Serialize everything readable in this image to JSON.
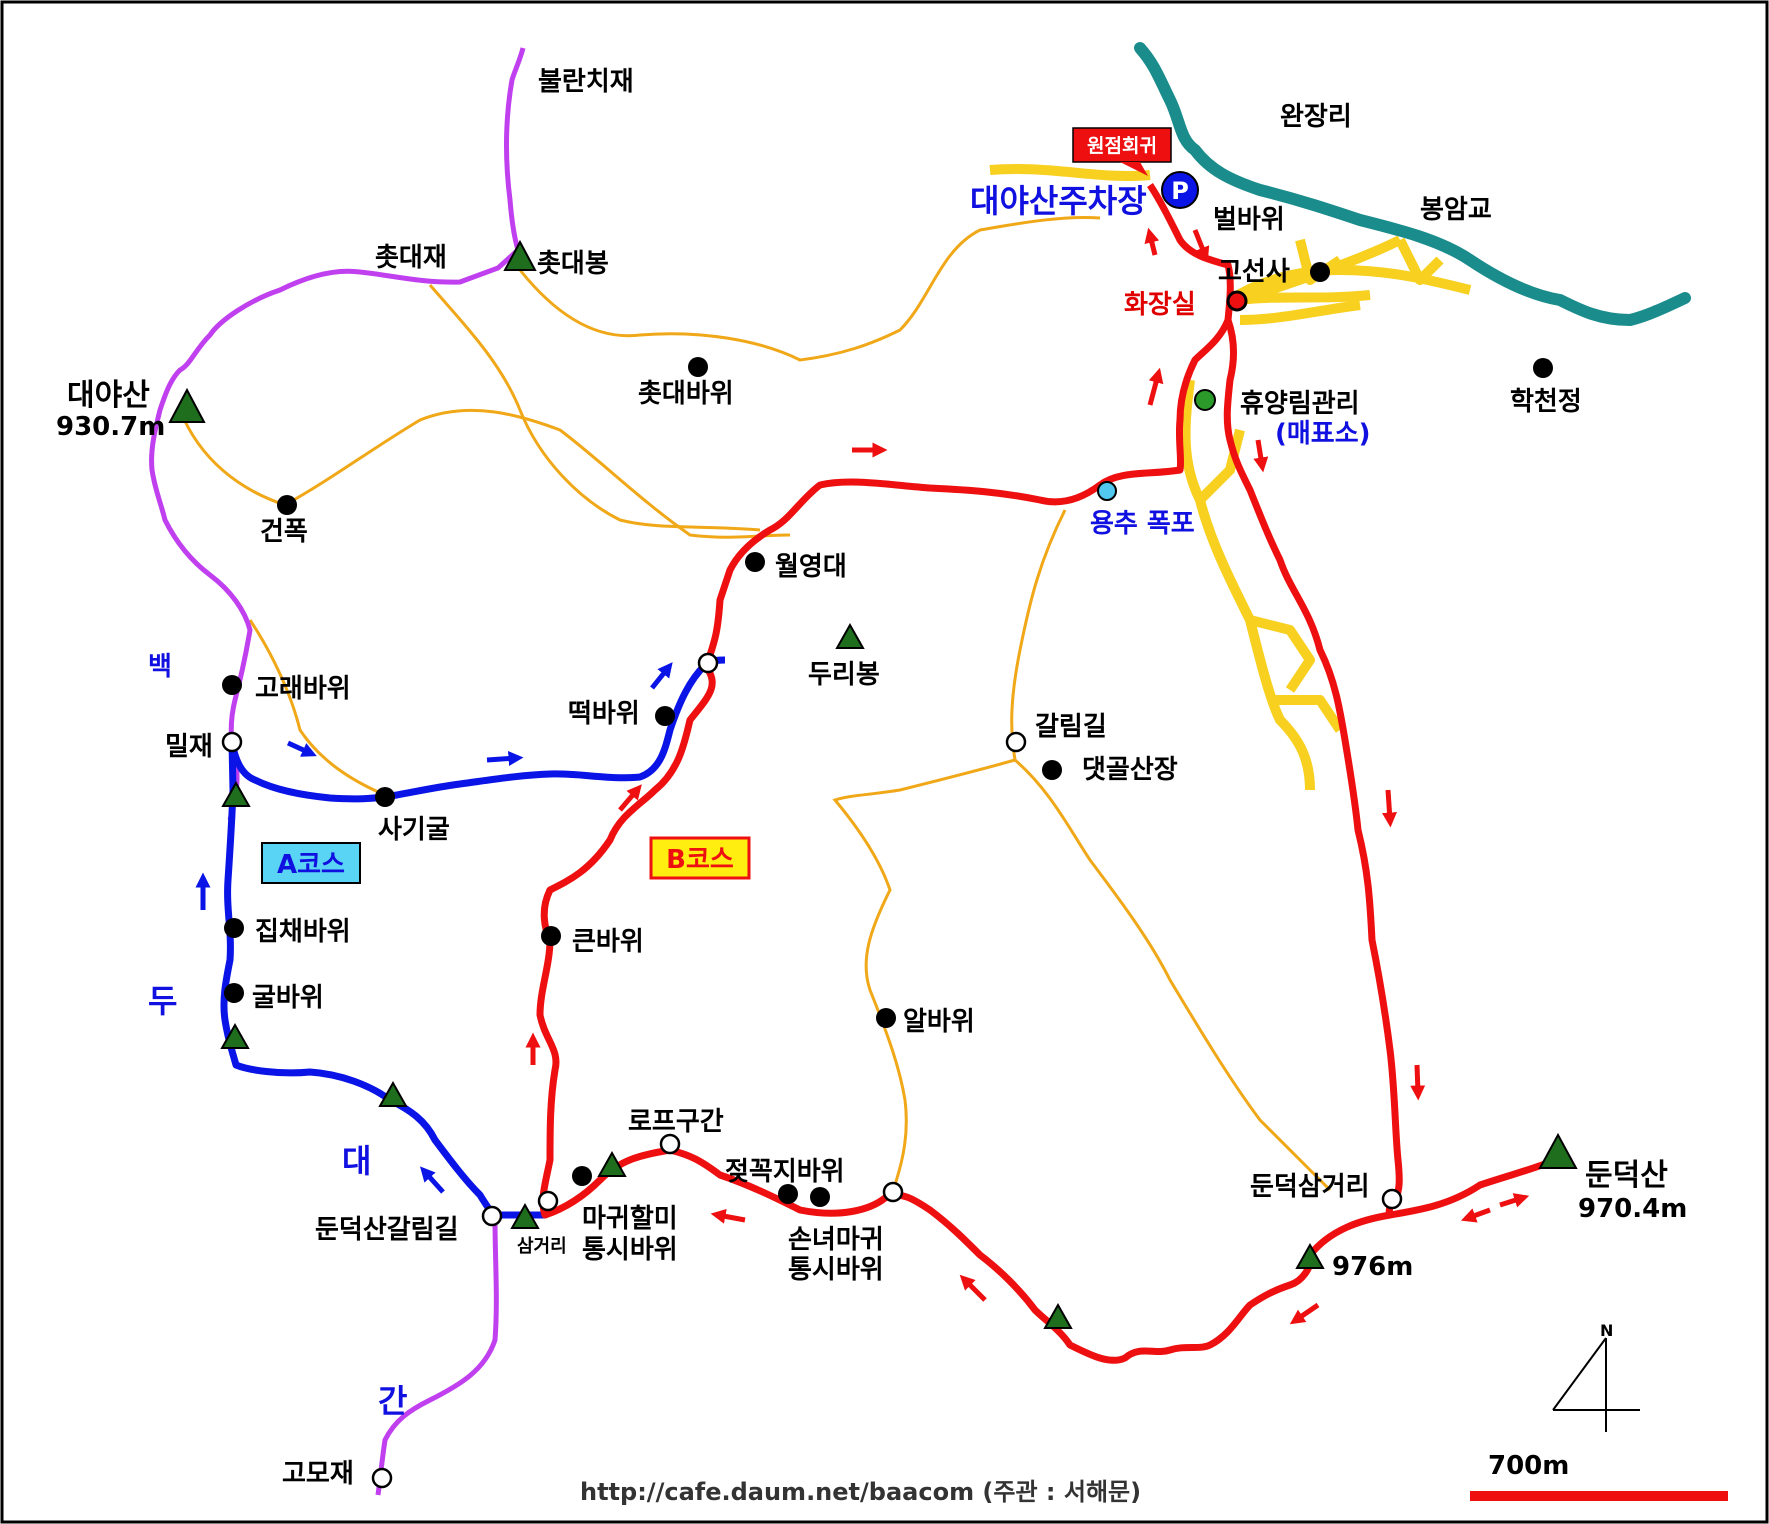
{
  "colors": {
    "ridge": "#c040f0",
    "a_course": "#0a14e6",
    "b_course": "#ee1010",
    "trail": "#f0a818",
    "road": "#f8d020",
    "river": "#1a8c8c",
    "peak": "#1e6e1e"
  },
  "places": {
    "bulranchijae": "불란치재",
    "chotdaejae": "촛대재",
    "chotdaebong": "촛대봉",
    "daeyasan": "대야산",
    "daeyasan_elev": "930.7m",
    "chotdaebawi": "촛대바위",
    "geonpok": "건폭",
    "wanjangri": "완장리",
    "wonjeom": "원점회귀",
    "parking": "대야산주차장",
    "parking_icon": "P",
    "beolbawi": "벌바위",
    "bongamgyo": "봉암교",
    "goseonsa": "고선사",
    "toilet": "화장실",
    "hakcheonjeong": "학천정",
    "recreation": "휴양림관리",
    "ticket": "(매표소)",
    "yongchu": "용추 폭포",
    "wolyeongdae": "월영대",
    "duribong": "두리봉",
    "goraebawi": "고래바위",
    "miljae": "밀재",
    "sagigul": "사기굴",
    "tteokbawi": "떡바위",
    "galrimgil": "갈림길",
    "daetgol": "댓골산장",
    "keunbawi": "큰바위",
    "jipchaebawi": "집채바위",
    "gulbawi": "굴바위",
    "albawi": "알바위",
    "rope": "로프구간",
    "jeotkkokji": "젖꼭지바위",
    "dundeok_junction": "둔덕삼거리",
    "dundeoksan": "둔덕산",
    "dundeoksan_elev": "970.4m",
    "dundeok_galrim": "둔덕산갈림길",
    "samgeori": "삼거리",
    "magwi_1": "마귀할미",
    "magwi_2": "통시바위",
    "sonnyeo_1": "손녀마귀",
    "sonnyeo_2": "통시바위",
    "peak976": "976m",
    "gomojae": "고모재"
  },
  "baekdu": [
    "백",
    "두",
    "대",
    "간"
  ],
  "courses": {
    "a": "A코스",
    "b": "B코스"
  },
  "compass": "N",
  "scale": "700m",
  "footer": "http://cafe.daum.net/baacom (주관 : 서해문)"
}
